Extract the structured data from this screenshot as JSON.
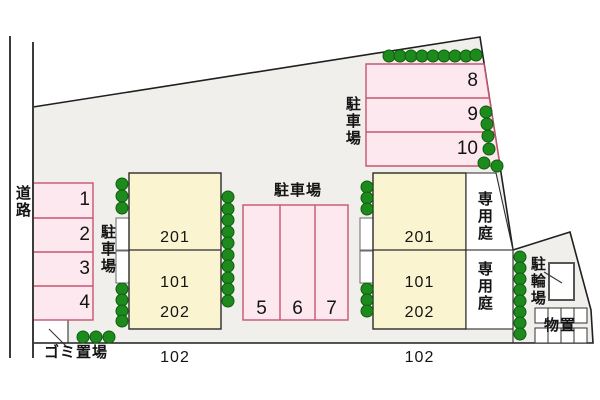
{
  "colors": {
    "site_fill": "#f0efec",
    "boundary": "#1f1f1f",
    "parking_fill": "#fce8ee",
    "parking_border": "#c75570",
    "building_fill": "#faf4d0",
    "building_border": "#2b2b2b",
    "tree_fill": "#1e8a1e",
    "tree_stroke": "#0d5f0d",
    "text": "#141414"
  },
  "road": {
    "label": "道路"
  },
  "garbage": {
    "label": "ゴミ置場"
  },
  "parking_left": {
    "label": "駐車場",
    "spaces": [
      "1",
      "2",
      "3",
      "4"
    ]
  },
  "parking_middle": {
    "label": "駐車場",
    "spaces": [
      "5",
      "6",
      "7"
    ]
  },
  "parking_top_right": {
    "label": "駐車場",
    "spaces": [
      "8",
      "9",
      "10"
    ]
  },
  "building_left": {
    "upper": [
      "201",
      "101"
    ],
    "lower": [
      "202",
      "102"
    ]
  },
  "building_right": {
    "upper": [
      "201",
      "101"
    ],
    "lower": [
      "202",
      "102"
    ]
  },
  "garden": {
    "label": "専用庭"
  },
  "bicycle_parking": {
    "label": "駐輪場"
  },
  "storage": {
    "label": "物置"
  }
}
